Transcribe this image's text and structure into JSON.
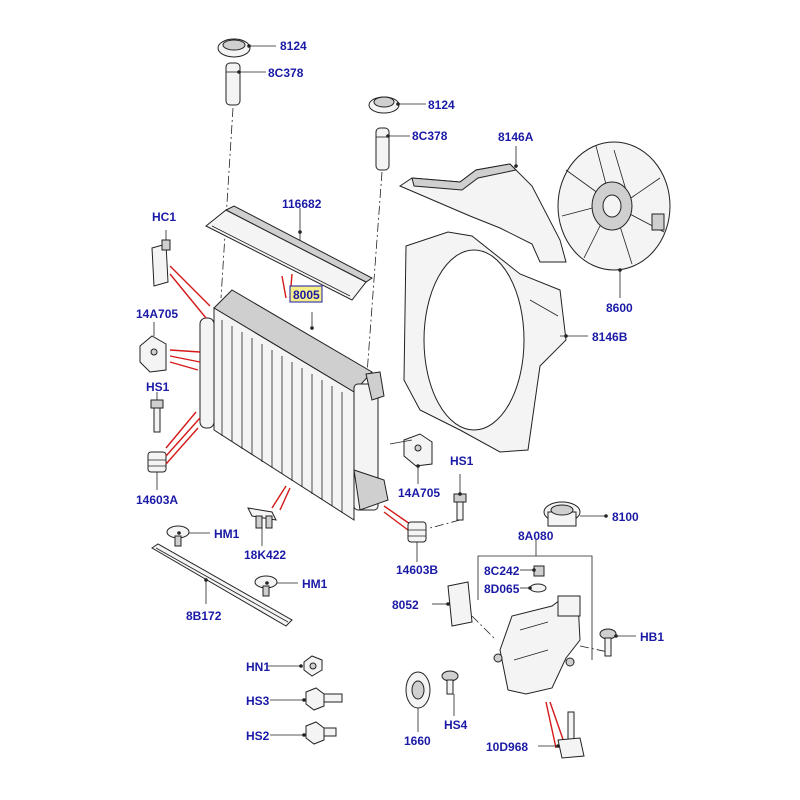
{
  "diagram": {
    "labels": {
      "l8124a": "8124",
      "l8c378a": "8C378",
      "l8124b": "8124",
      "l8c378b": "8C378",
      "l8146a": "8146A",
      "l116682": "116682",
      "lhc1": "HC1",
      "l8005": "8005",
      "l14a705a": "14A705",
      "lhs1a": "HS1",
      "l14603a": "14603A",
      "l8600": "8600",
      "l8146b": "8146B",
      "lhs1b": "HS1",
      "l14a705b": "14A705",
      "l14603b": "14603B",
      "lhm1a": "HM1",
      "l18k422": "18K422",
      "lhm1b": "HM1",
      "l8b172": "8B172",
      "l8a080": "8A080",
      "l8100": "8100",
      "l8c242": "8C242",
      "l8d065": "8D065",
      "l8052": "8052",
      "lhb1": "HB1",
      "lhn1": "HN1",
      "lhs3": "HS3",
      "lhs2": "HS2",
      "l1660": "1660",
      "lhs4": "HS4",
      "l10d968": "10D968"
    },
    "colors": {
      "label": "#1a1aa6",
      "leader": "#222222",
      "highlight_leader": "#d41a1a",
      "highlight_box": "#f5ee8a"
    }
  }
}
